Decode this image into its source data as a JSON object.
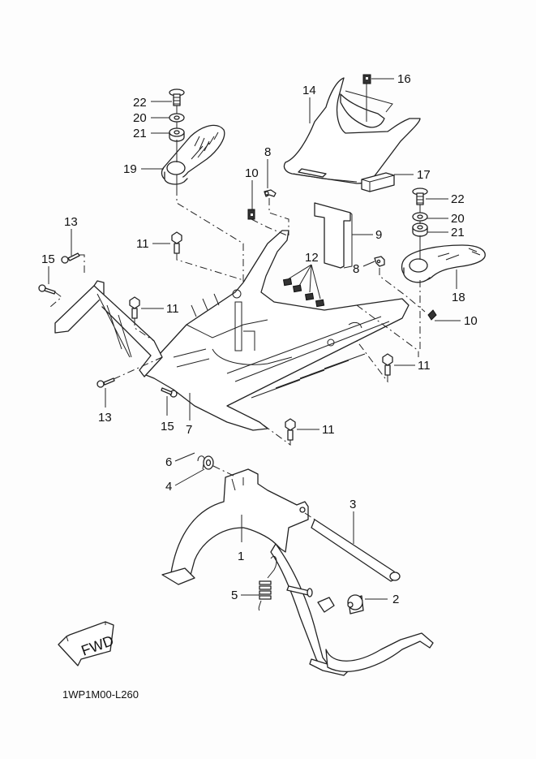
{
  "diagram": {
    "title_code": "1WP1M00-L260",
    "direction_indicator": "FWD",
    "callouts": [
      {
        "id": "c22a",
        "label": "22",
        "part": "screw"
      },
      {
        "id": "c20a",
        "label": "20",
        "part": "washer"
      },
      {
        "id": "c21a",
        "label": "21",
        "part": "damper"
      },
      {
        "id": "c19",
        "label": "19",
        "part": "footrest-left"
      },
      {
        "id": "c14",
        "label": "14",
        "part": "cover"
      },
      {
        "id": "c16",
        "label": "16",
        "part": "clip-nut"
      },
      {
        "id": "c17",
        "label": "17",
        "part": "pad"
      },
      {
        "id": "c8a",
        "label": "8",
        "part": "bracket"
      },
      {
        "id": "c10a",
        "label": "10",
        "part": "nut"
      },
      {
        "id": "c9",
        "label": "9",
        "part": "plate"
      },
      {
        "id": "c22b",
        "label": "22",
        "part": "screw"
      },
      {
        "id": "c20b",
        "label": "20",
        "part": "washer"
      },
      {
        "id": "c21b",
        "label": "21",
        "part": "damper"
      },
      {
        "id": "c8b",
        "label": "8",
        "part": "bracket"
      },
      {
        "id": "c18",
        "label": "18",
        "part": "footrest-right"
      },
      {
        "id": "c10b",
        "label": "10",
        "part": "nut"
      },
      {
        "id": "c12",
        "label": "12",
        "part": "nuts"
      },
      {
        "id": "c13a",
        "label": "13",
        "part": "screw"
      },
      {
        "id": "c15a",
        "label": "15",
        "part": "screw"
      },
      {
        "id": "c11a",
        "label": "11",
        "part": "bolt"
      },
      {
        "id": "c11b",
        "label": "11",
        "part": "bolt"
      },
      {
        "id": "c11c",
        "label": "11",
        "part": "bolt"
      },
      {
        "id": "c11d",
        "label": "11",
        "part": "bolt"
      },
      {
        "id": "c13b",
        "label": "13",
        "part": "screw"
      },
      {
        "id": "c15b",
        "label": "15",
        "part": "screw"
      },
      {
        "id": "c7",
        "label": "7",
        "part": "frame"
      },
      {
        "id": "c6",
        "label": "6",
        "part": "cotter-pin"
      },
      {
        "id": "c4",
        "label": "4",
        "part": "washer"
      },
      {
        "id": "c3",
        "label": "3",
        "part": "shaft"
      },
      {
        "id": "c1",
        "label": "1",
        "part": "main-stand"
      },
      {
        "id": "c5",
        "label": "5",
        "part": "spring"
      },
      {
        "id": "c2",
        "label": "2",
        "part": "stopper"
      }
    ]
  }
}
